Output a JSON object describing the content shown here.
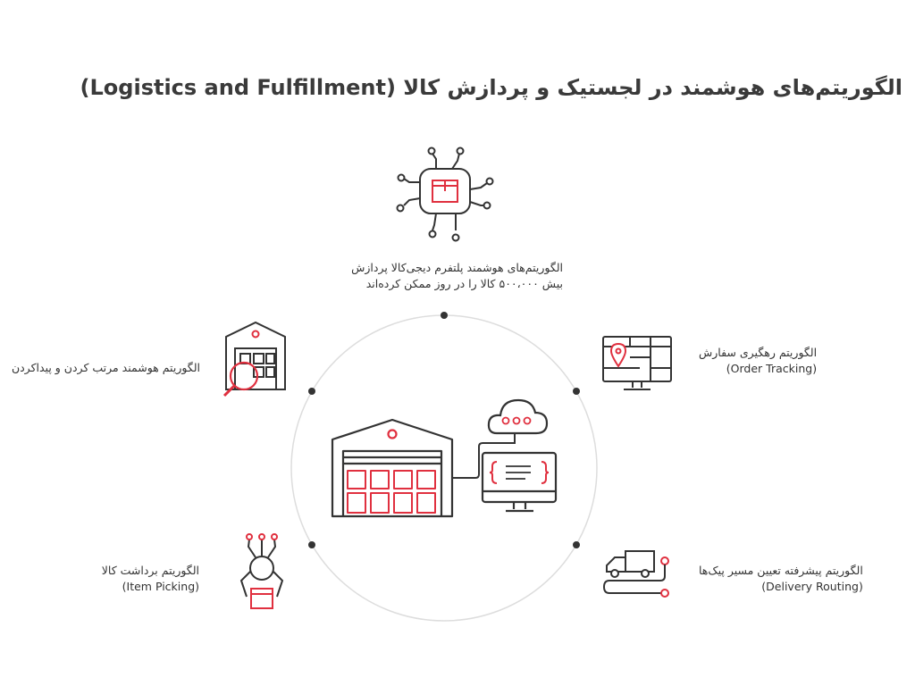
{
  "title": "الگوریتم‌های هوشمند  در لجستیک و پردازش کالا (Logistics and Fulfillment)",
  "nodes": {
    "top": {
      "line1": "الگوریتم‌های هوشمند پلتفرم دیجی‌کالا پردازش",
      "line2": "بیش ۵۰۰،۰۰۰ کالا را در روز ممکن کرده‌اند"
    },
    "sorting": {
      "line1": "الگوریتم هوشمند مرتب کردن و پیداکردن"
    },
    "tracking": {
      "line1": "الگوریتم رهگیری سفارش",
      "line2": "(Order Tracking)"
    },
    "picking": {
      "line1": "الگوریتم برداشت کالا",
      "line2": "(Item Picking)"
    },
    "routing": {
      "line1": "الگوریتم پیشرفته تعیین مسیر پیک‌ها",
      "line2": "(Delivery Routing)"
    }
  },
  "colors": {
    "accent": "#e0303f",
    "stroke": "#333333",
    "circle": "#dddddd"
  },
  "icons": [
    "chip-box-icon",
    "warehouse-search-icon",
    "map-monitor-icon",
    "robot-arm-icon",
    "truck-route-icon",
    "warehouse-icon",
    "cloud-icon",
    "code-monitor-icon"
  ]
}
